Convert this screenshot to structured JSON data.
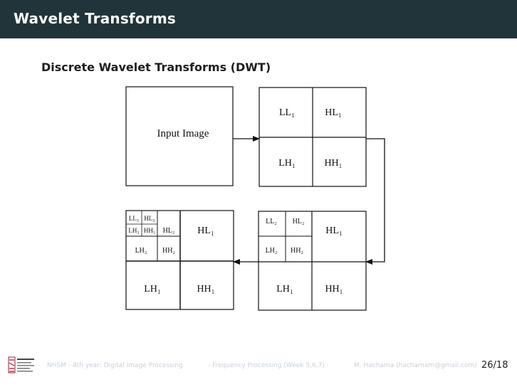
{
  "slide": {
    "title": "Wavelet Transforms",
    "subtitle": "Discrete Wavelet Transforms (DWT)",
    "page": "26/18"
  },
  "diagram": {
    "input_label": "Input Image",
    "level1": {
      "LL": "LL₁",
      "HL": "HL₁",
      "LH": "LH₁",
      "HH": "HH₁"
    },
    "level2": {
      "LL": "LL₂",
      "HL": "HL₂",
      "LH": "LH₂",
      "HH": "HH₂",
      "HL1": "HL₁",
      "LH1": "LH₁",
      "HH1": "HH₁"
    },
    "level3": {
      "LL3": "LL₃",
      "HL3": "HL₃",
      "LH3": "LH₃",
      "HH3": "HH₃",
      "HL2": "HL₂",
      "LH2": "LH₂",
      "HH2": "HH₂",
      "HL1": "HL₁",
      "LH1": "LH₁",
      "HH1": "HH₁"
    }
  },
  "footer": {
    "left": "NHSM - 4th year: Digital Image Processing",
    "center": "- Frequency Processing (Week 5,6,7) -",
    "right": "M. Hachama (hachamam@gmail.com)"
  },
  "colors": {
    "titlebar": "#21343a",
    "footer_text": "#c9d0d9"
  }
}
